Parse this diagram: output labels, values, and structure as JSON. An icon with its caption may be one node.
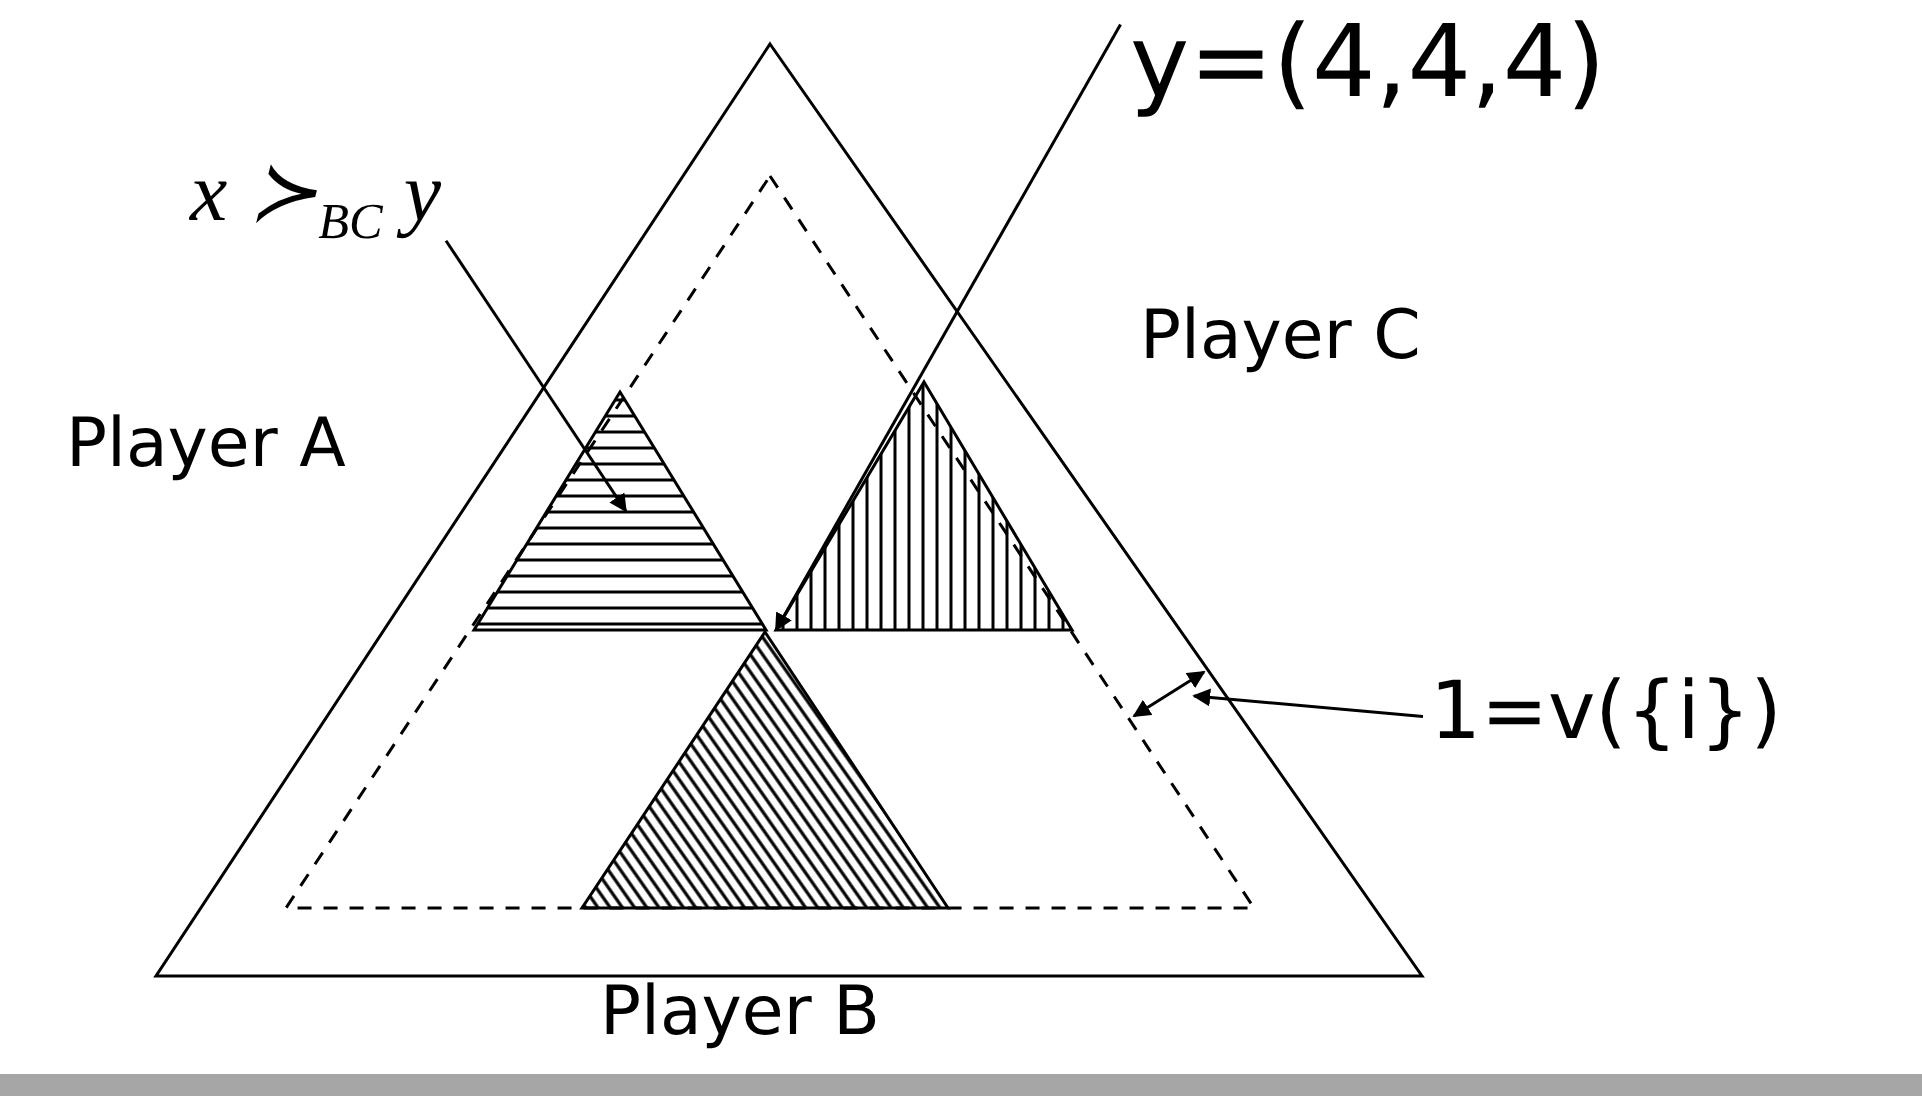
{
  "diagram": {
    "nodes": [
      {
        "text": [
          "x ≻$_{BC}$ y"
        ]
      },
      {
        "text": [
          "y=(4,4,4)"
        ]
      },
      {
        "text": [
          "1=v({i})"
        ]
      },
      {
        "text": [],
        "shape": "triangle"
      },
      {
        "text": [],
        "shape": "triangle"
      },
      {
        "text": [],
        "shape": "triangle"
      }
    ],
    "edges": [
      {
        "from": 0,
        "to": 3,
        "arrow": "to"
      },
      {
        "from": 1,
        "to": 4,
        "arrow": "to"
      },
      {
        "from": 2,
        "to": null,
        "arrow": "to"
      }
    ],
    "labels": [
      "Player A",
      "Player C",
      "Player B"
    ]
  }
}
